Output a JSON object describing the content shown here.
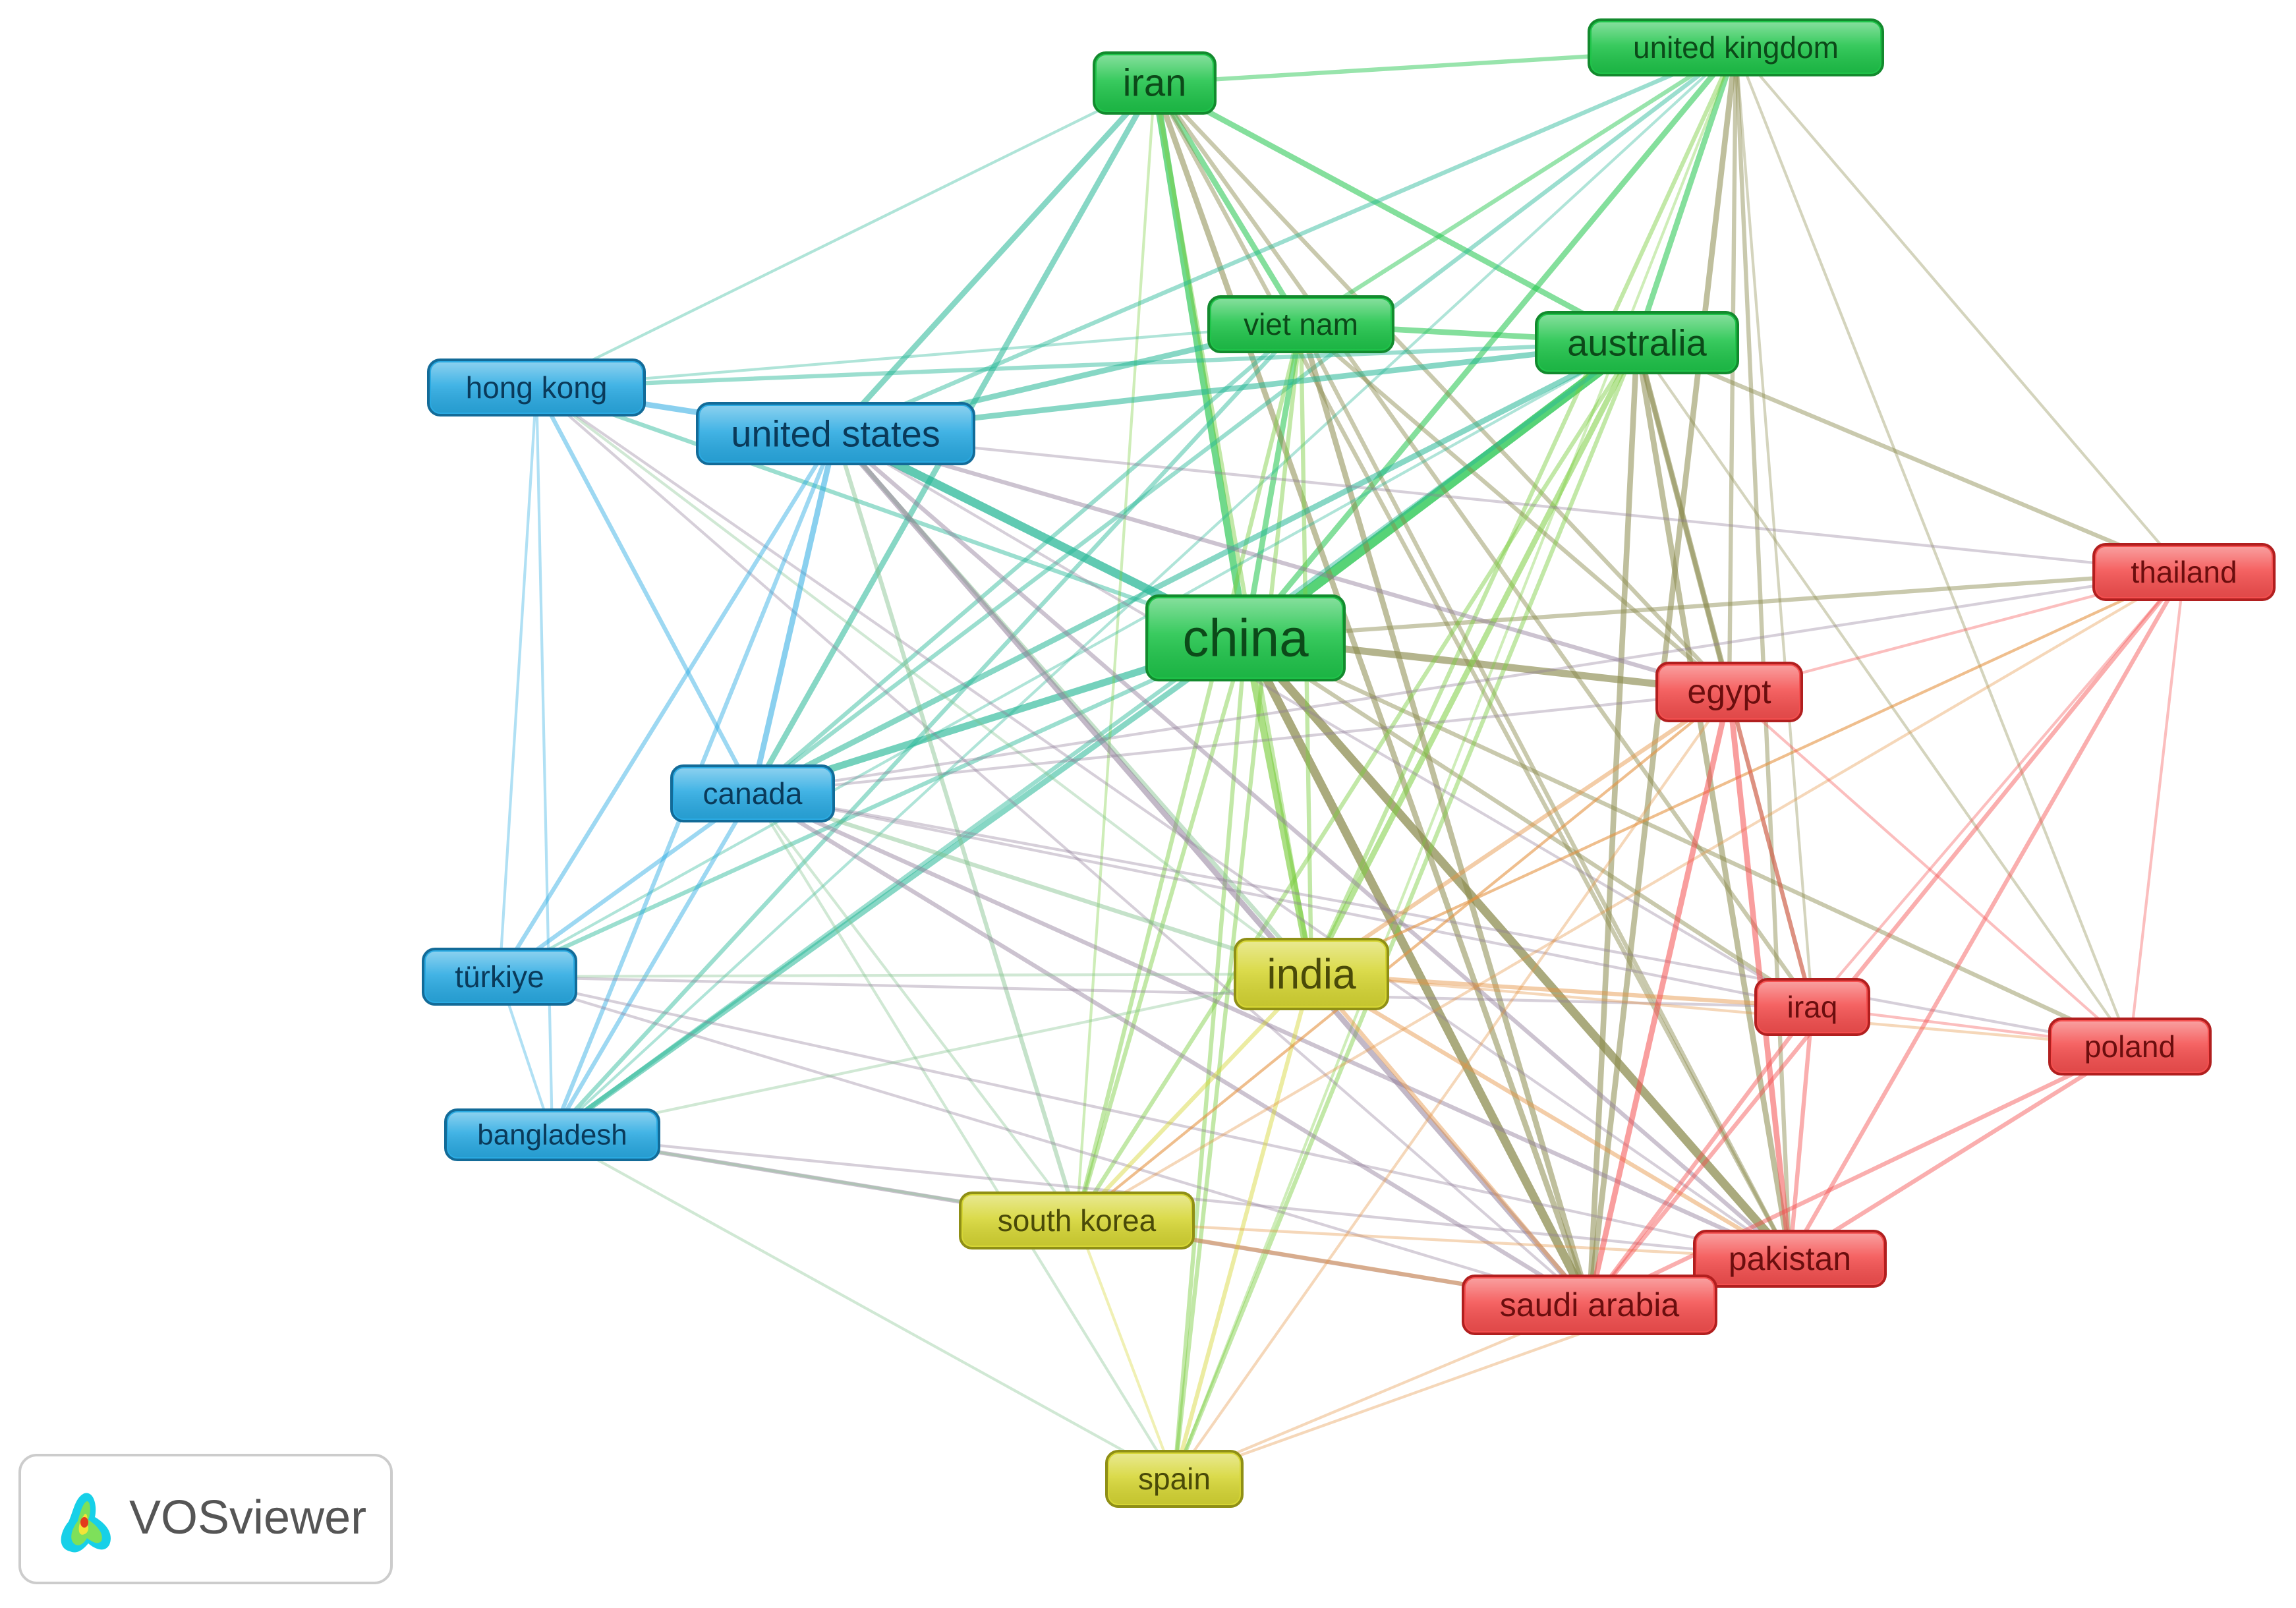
{
  "app": {
    "name": "VOSviewer"
  },
  "legend": {
    "logo_text": "VOSviewer",
    "icon": "vosviewer-logo-icon"
  },
  "clusters": {
    "green": {
      "fill": "#1fc44a",
      "stroke": "#138a2e",
      "text": "#0c4a19"
    },
    "blue": {
      "fill": "#2aaae2",
      "stroke": "#136b98",
      "text": "#0a3a5a"
    },
    "yellow": {
      "fill": "#d6d634",
      "stroke": "#8f8f16",
      "text": "#4a4a08"
    },
    "red": {
      "fill": "#f44f4f",
      "stroke": "#b11f1f",
      "text": "#6b0e0e"
    }
  },
  "nodes": [
    {
      "id": "china",
      "label": "china",
      "cluster": "green"
    },
    {
      "id": "iran",
      "label": "iran",
      "cluster": "green"
    },
    {
      "id": "uk",
      "label": "united kingdom",
      "cluster": "green"
    },
    {
      "id": "vietnam",
      "label": "viet nam",
      "cluster": "green"
    },
    {
      "id": "australia",
      "label": "australia",
      "cluster": "green"
    },
    {
      "id": "hongkong",
      "label": "hong kong",
      "cluster": "blue"
    },
    {
      "id": "usa",
      "label": "united states",
      "cluster": "blue"
    },
    {
      "id": "canada",
      "label": "canada",
      "cluster": "blue"
    },
    {
      "id": "turkiye",
      "label": "türkiye",
      "cluster": "blue"
    },
    {
      "id": "bangladesh",
      "label": "bangladesh",
      "cluster": "blue"
    },
    {
      "id": "india",
      "label": "india",
      "cluster": "yellow"
    },
    {
      "id": "southkorea",
      "label": "south korea",
      "cluster": "yellow"
    },
    {
      "id": "spain",
      "label": "spain",
      "cluster": "yellow"
    },
    {
      "id": "thailand",
      "label": "thailand",
      "cluster": "red"
    },
    {
      "id": "egypt",
      "label": "egypt",
      "cluster": "red"
    },
    {
      "id": "iraq",
      "label": "iraq",
      "cluster": "red"
    },
    {
      "id": "poland",
      "label": "poland",
      "cluster": "red"
    },
    {
      "id": "pakistan",
      "label": "pakistan",
      "cluster": "red"
    },
    {
      "id": "saudiarabia",
      "label": "saudi arabia",
      "cluster": "red"
    }
  ],
  "links": [
    [
      "china",
      "iran",
      4
    ],
    [
      "china",
      "uk",
      3
    ],
    [
      "china",
      "vietnam",
      3
    ],
    [
      "china",
      "australia",
      6
    ],
    [
      "china",
      "hongkong",
      2
    ],
    [
      "china",
      "usa",
      5
    ],
    [
      "china",
      "canada",
      4
    ],
    [
      "china",
      "turkiye",
      2
    ],
    [
      "china",
      "bangladesh",
      3
    ],
    [
      "china",
      "india",
      4
    ],
    [
      "china",
      "southkorea",
      2
    ],
    [
      "china",
      "spain",
      2
    ],
    [
      "china",
      "thailand",
      2
    ],
    [
      "china",
      "egypt",
      4
    ],
    [
      "china",
      "iraq",
      2
    ],
    [
      "china",
      "poland",
      2
    ],
    [
      "china",
      "pakistan",
      5
    ],
    [
      "china",
      "saudiarabia",
      5
    ],
    [
      "iran",
      "uk",
      2
    ],
    [
      "iran",
      "vietnam",
      3
    ],
    [
      "iran",
      "australia",
      3
    ],
    [
      "iran",
      "usa",
      3
    ],
    [
      "iran",
      "canada",
      3
    ],
    [
      "iran",
      "hongkong",
      1
    ],
    [
      "iran",
      "india",
      2
    ],
    [
      "iran",
      "egypt",
      2
    ],
    [
      "iran",
      "saudiarabia",
      3
    ],
    [
      "iran",
      "pakistan",
      2
    ],
    [
      "iran",
      "iraq",
      2
    ],
    [
      "iran",
      "southkorea",
      1
    ],
    [
      "uk",
      "vietnam",
      2
    ],
    [
      "uk",
      "australia",
      3
    ],
    [
      "uk",
      "usa",
      2
    ],
    [
      "uk",
      "canada",
      2
    ],
    [
      "uk",
      "india",
      2
    ],
    [
      "uk",
      "egypt",
      2
    ],
    [
      "uk",
      "saudiarabia",
      3
    ],
    [
      "uk",
      "pakistan",
      2
    ],
    [
      "uk",
      "thailand",
      1
    ],
    [
      "uk",
      "poland",
      1
    ],
    [
      "uk",
      "iraq",
      1
    ],
    [
      "uk",
      "spain",
      1
    ],
    [
      "uk",
      "bangladesh",
      1
    ],
    [
      "vietnam",
      "australia",
      3
    ],
    [
      "vietnam",
      "usa",
      3
    ],
    [
      "vietnam",
      "hongkong",
      1
    ],
    [
      "vietnam",
      "india",
      2
    ],
    [
      "vietnam",
      "saudiarabia",
      3
    ],
    [
      "vietnam",
      "pakistan",
      2
    ],
    [
      "vietnam",
      "egypt",
      2
    ],
    [
      "vietnam",
      "spain",
      2
    ],
    [
      "vietnam",
      "southkorea",
      2
    ],
    [
      "vietnam",
      "canada",
      2
    ],
    [
      "vietnam",
      "bangladesh",
      2
    ],
    [
      "australia",
      "usa",
      3
    ],
    [
      "australia",
      "hongkong",
      2
    ],
    [
      "australia",
      "canada",
      3
    ],
    [
      "australia",
      "india",
      3
    ],
    [
      "australia",
      "saudiarabia",
      3
    ],
    [
      "australia",
      "pakistan",
      3
    ],
    [
      "australia",
      "egypt",
      3
    ],
    [
      "australia",
      "iraq",
      2
    ],
    [
      "australia",
      "thailand",
      2
    ],
    [
      "australia",
      "poland",
      1
    ],
    [
      "australia",
      "bangladesh",
      2
    ],
    [
      "australia",
      "southkorea",
      2
    ],
    [
      "australia",
      "spain",
      2
    ],
    [
      "australia",
      "turkiye",
      1
    ],
    [
      "hongkong",
      "usa",
      3
    ],
    [
      "hongkong",
      "canada",
      2
    ],
    [
      "hongkong",
      "turkiye",
      1
    ],
    [
      "hongkong",
      "bangladesh",
      1
    ],
    [
      "hongkong",
      "india",
      1
    ],
    [
      "hongkong",
      "saudiarabia",
      1
    ],
    [
      "hongkong",
      "pakistan",
      1
    ],
    [
      "usa",
      "canada",
      3
    ],
    [
      "usa",
      "turkiye",
      2
    ],
    [
      "usa",
      "bangladesh",
      2
    ],
    [
      "usa",
      "india",
      2
    ],
    [
      "usa",
      "saudiarabia",
      3
    ],
    [
      "usa",
      "pakistan",
      2
    ],
    [
      "usa",
      "egypt",
      2
    ],
    [
      "usa",
      "thailand",
      1
    ],
    [
      "usa",
      "iraq",
      1
    ],
    [
      "usa",
      "southkorea",
      2
    ],
    [
      "canada",
      "turkiye",
      2
    ],
    [
      "canada",
      "bangladesh",
      2
    ],
    [
      "canada",
      "india",
      2
    ],
    [
      "canada",
      "saudiarabia",
      2
    ],
    [
      "canada",
      "pakistan",
      2
    ],
    [
      "canada",
      "egypt",
      1
    ],
    [
      "canada",
      "iraq",
      1
    ],
    [
      "canada",
      "poland",
      1
    ],
    [
      "canada",
      "southkorea",
      1
    ],
    [
      "canada",
      "spain",
      1
    ],
    [
      "canada",
      "thailand",
      1
    ],
    [
      "turkiye",
      "india",
      1
    ],
    [
      "turkiye",
      "bangladesh",
      1
    ],
    [
      "turkiye",
      "saudiarabia",
      1
    ],
    [
      "turkiye",
      "iraq",
      1
    ],
    [
      "turkiye",
      "pakistan",
      1
    ],
    [
      "bangladesh",
      "saudiarabia",
      2
    ],
    [
      "bangladesh",
      "pakistan",
      1
    ],
    [
      "bangladesh",
      "india",
      1
    ],
    [
      "bangladesh",
      "southkorea",
      1
    ],
    [
      "bangladesh",
      "spain",
      1
    ],
    [
      "india",
      "southkorea",
      2
    ],
    [
      "india",
      "spain",
      2
    ],
    [
      "india",
      "saudiarabia",
      2
    ],
    [
      "india",
      "pakistan",
      2
    ],
    [
      "india",
      "iraq",
      2
    ],
    [
      "india",
      "egypt",
      2
    ],
    [
      "india",
      "poland",
      1
    ],
    [
      "india",
      "thailand",
      1
    ],
    [
      "southkorea",
      "spain",
      1
    ],
    [
      "southkorea",
      "saudiarabia",
      2
    ],
    [
      "southkorea",
      "pakistan",
      1
    ],
    [
      "southkorea",
      "egypt",
      1
    ],
    [
      "spain",
      "saudiarabia",
      1
    ],
    [
      "spain",
      "pakistan",
      1
    ],
    [
      "spain",
      "egypt",
      1
    ],
    [
      "thailand",
      "egypt",
      1
    ],
    [
      "thailand",
      "iraq",
      1
    ],
    [
      "thailand",
      "poland",
      1
    ],
    [
      "thailand",
      "pakistan",
      2
    ],
    [
      "thailand",
      "saudiarabia",
      2
    ],
    [
      "thailand",
      "india",
      1
    ],
    [
      "thailand",
      "southkorea",
      1
    ],
    [
      "egypt",
      "iraq",
      2
    ],
    [
      "egypt",
      "poland",
      1
    ],
    [
      "egypt",
      "pakistan",
      3
    ],
    [
      "egypt",
      "saudiarabia",
      3
    ],
    [
      "egypt",
      "southkorea",
      1
    ],
    [
      "iraq",
      "poland",
      1
    ],
    [
      "iraq",
      "pakistan",
      2
    ],
    [
      "iraq",
      "saudiarabia",
      2
    ],
    [
      "poland",
      "pakistan",
      2
    ],
    [
      "poland",
      "saudiarabia",
      2
    ],
    [
      "pakistan",
      "saudiarabia",
      3
    ]
  ]
}
